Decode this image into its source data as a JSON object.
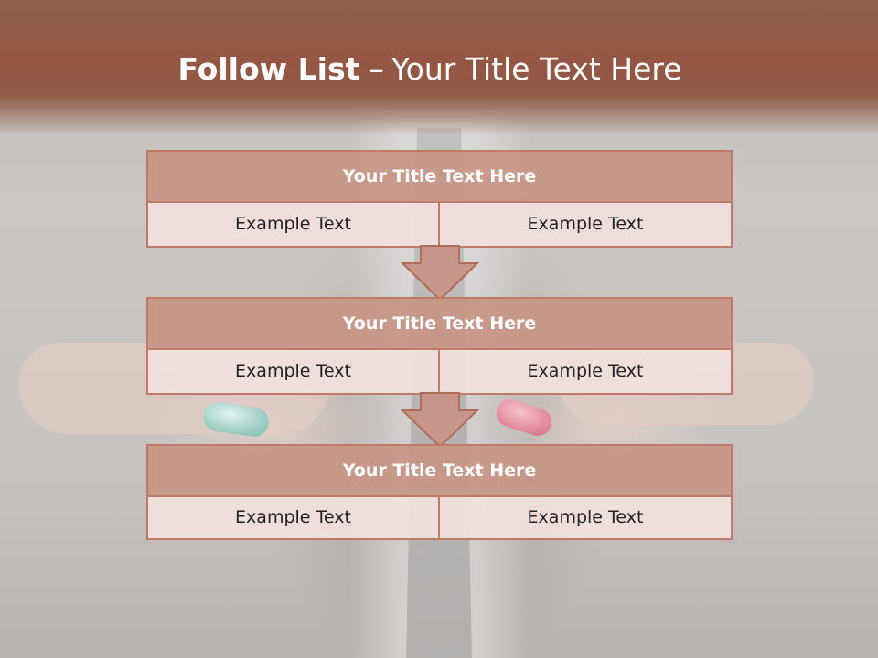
{
  "slide": {
    "title_bold": "Follow List",
    "title_separator": "–",
    "title_rest": "Your Title Text Here"
  },
  "steps": [
    {
      "title": "Your Title Text Here",
      "left": "Example Text",
      "right": "Example Text"
    },
    {
      "title": "Your Title Text Here",
      "left": "Example Text",
      "right": "Example Text"
    },
    {
      "title": "Your Title Text Here",
      "left": "Example Text",
      "right": "Example Text"
    }
  ],
  "colors": {
    "header": "#955643",
    "block_header": "#c6968a",
    "block_cell": "#f0e0dd",
    "border": "#c07a66",
    "arrow": "#c6968a"
  }
}
